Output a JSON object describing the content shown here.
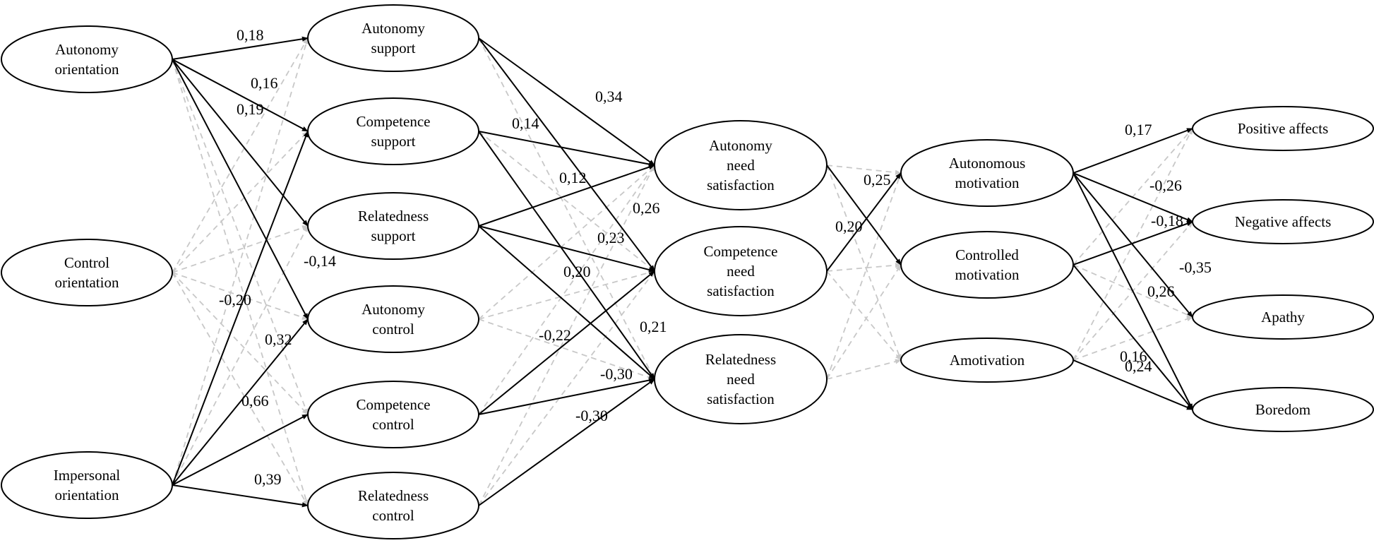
{
  "colors": {
    "significant": "#000000",
    "non_significant": "#c8c8c8",
    "background": "#ffffff"
  },
  "nodes": [
    {
      "id": "autonomy_orientation",
      "lines": [
        "Autonomy",
        "orientation"
      ]
    },
    {
      "id": "control_orientation",
      "lines": [
        "Control",
        "orientation"
      ]
    },
    {
      "id": "impersonal_orientation",
      "lines": [
        "Impersonal",
        "orientation"
      ]
    },
    {
      "id": "autonomy_support",
      "lines": [
        "Autonomy",
        "support"
      ]
    },
    {
      "id": "competence_support",
      "lines": [
        "Competence",
        "support"
      ]
    },
    {
      "id": "relatedness_support",
      "lines": [
        "Relatedness",
        "support"
      ]
    },
    {
      "id": "autonomy_control",
      "lines": [
        "Autonomy",
        "control"
      ]
    },
    {
      "id": "competence_control",
      "lines": [
        "Competence",
        "control"
      ]
    },
    {
      "id": "relatedness_control",
      "lines": [
        "Relatedness",
        "control"
      ]
    },
    {
      "id": "autonomy_need",
      "lines": [
        "Autonomy",
        "need",
        "satisfaction"
      ]
    },
    {
      "id": "competence_need",
      "lines": [
        "Competence",
        "need",
        "satisfaction"
      ]
    },
    {
      "id": "relatedness_need",
      "lines": [
        "Relatedness",
        "need",
        "satisfaction"
      ]
    },
    {
      "id": "autonomous_motivation",
      "lines": [
        "Autonomous",
        "motivation"
      ]
    },
    {
      "id": "controlled_motivation",
      "lines": [
        "Controlled",
        "motivation"
      ]
    },
    {
      "id": "amotivation",
      "lines": [
        "Amotivation"
      ]
    },
    {
      "id": "positive_affects",
      "lines": [
        "Positive affects"
      ]
    },
    {
      "id": "negative_affects",
      "lines": [
        "Negative affects"
      ]
    },
    {
      "id": "apathy",
      "lines": [
        "Apathy"
      ]
    },
    {
      "id": "boredom",
      "lines": [
        "Boredom"
      ]
    }
  ],
  "significant_paths": [
    {
      "from": "autonomy_orientation",
      "to": "autonomy_support",
      "coef": "0,18"
    },
    {
      "from": "autonomy_orientation",
      "to": "competence_support",
      "coef": "0,16"
    },
    {
      "from": "autonomy_orientation",
      "to": "relatedness_support",
      "coef": "0,19"
    },
    {
      "from": "autonomy_orientation",
      "to": "autonomy_control",
      "coef": "-0,14"
    },
    {
      "from": "impersonal_orientation",
      "to": "competence_support",
      "coef": "-0,20"
    },
    {
      "from": "impersonal_orientation",
      "to": "autonomy_control",
      "coef": "0,32"
    },
    {
      "from": "impersonal_orientation",
      "to": "competence_control",
      "coef": "0,66"
    },
    {
      "from": "impersonal_orientation",
      "to": "relatedness_control",
      "coef": "0,39"
    },
    {
      "from": "autonomy_support",
      "to": "autonomy_need",
      "coef": "0,34"
    },
    {
      "from": "autonomy_support",
      "to": "competence_need",
      "coef": "0,26"
    },
    {
      "from": "competence_support",
      "to": "autonomy_need",
      "coef": "0,14"
    },
    {
      "from": "competence_support",
      "to": "relatedness_need",
      "coef": "0,12"
    },
    {
      "from": "relatedness_support",
      "to": "autonomy_need",
      "coef": "0,23"
    },
    {
      "from": "relatedness_support",
      "to": "competence_need",
      "coef": "0,20"
    },
    {
      "from": "relatedness_support",
      "to": "relatedness_need",
      "coef": "0,21"
    },
    {
      "from": "competence_control",
      "to": "competence_need",
      "coef": "-0,22"
    },
    {
      "from": "competence_control",
      "to": "relatedness_need",
      "coef": "-0,30"
    },
    {
      "from": "relatedness_control",
      "to": "relatedness_need",
      "coef": "-0,30"
    },
    {
      "from": "autonomy_need",
      "to": "controlled_motivation",
      "coef": "0,25"
    },
    {
      "from": "competence_need",
      "to": "autonomous_motivation",
      "coef": "0,20"
    },
    {
      "from": "autonomous_motivation",
      "to": "positive_affects",
      "coef": "0,17"
    },
    {
      "from": "autonomous_motivation",
      "to": "negative_affects",
      "coef": "-0,26"
    },
    {
      "from": "autonomous_motivation",
      "to": "apathy",
      "coef": "-0,18"
    },
    {
      "from": "autonomous_motivation",
      "to": "boredom",
      "coef": "-0,35"
    },
    {
      "from": "controlled_motivation",
      "to": "negative_affects",
      "coef": "0,24"
    },
    {
      "from": "controlled_motivation",
      "to": "boredom",
      "coef": "0,26"
    },
    {
      "from": "amotivation",
      "to": "boredom",
      "coef": "0,16"
    }
  ]
}
